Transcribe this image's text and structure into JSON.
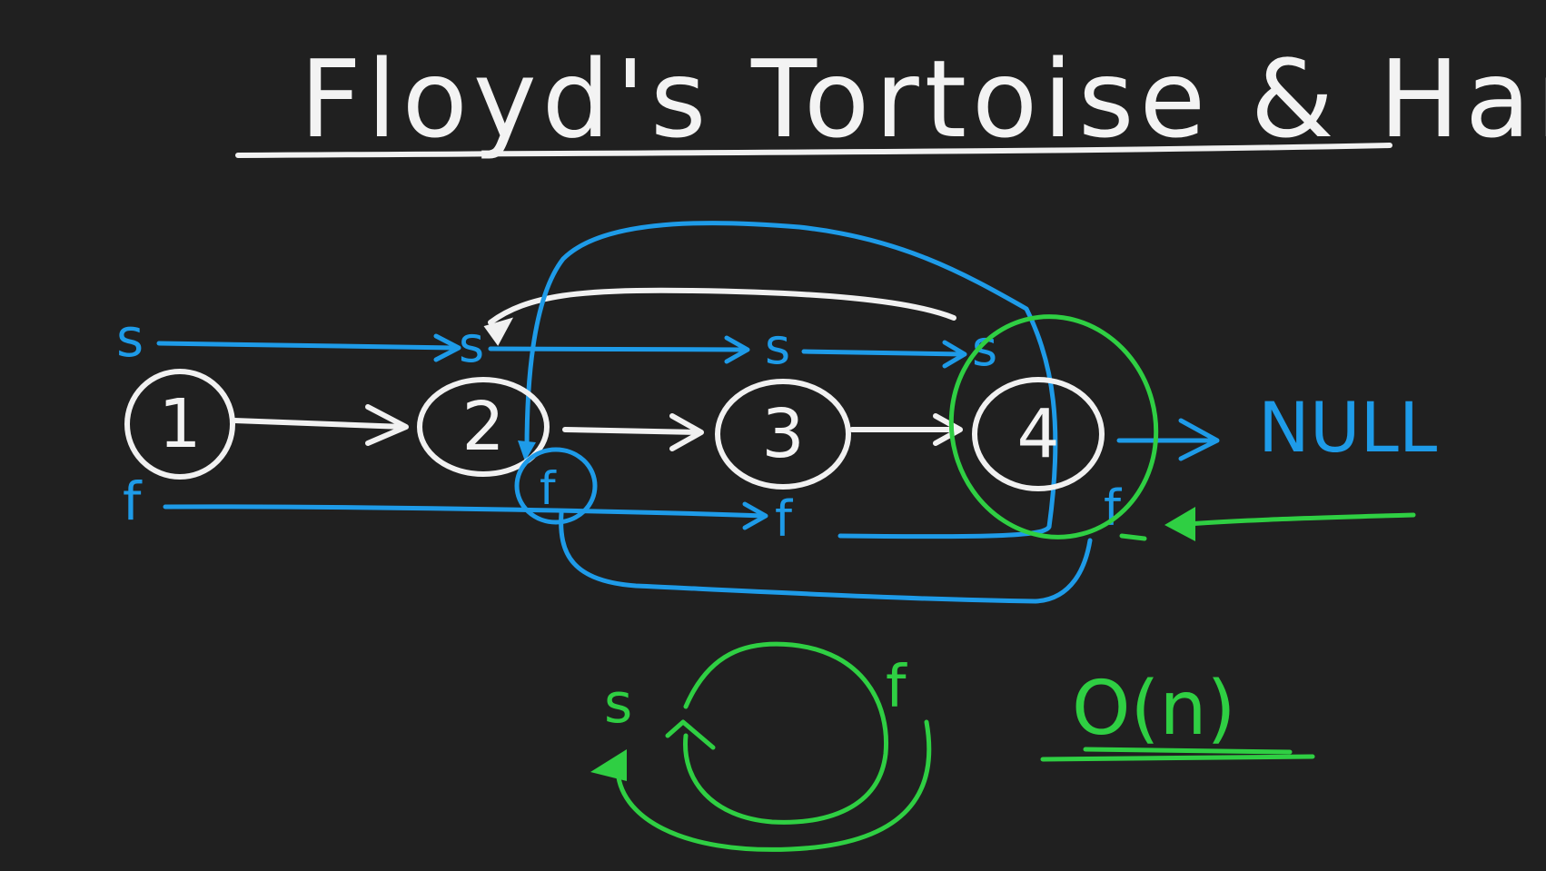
{
  "title": "Floyd's Tortoise & Hare",
  "nodes": [
    {
      "label": "1"
    },
    {
      "label": "2"
    },
    {
      "label": "3"
    },
    {
      "label": "4"
    }
  ],
  "null_label": "NULL",
  "pointer_slow": "s",
  "pointer_fast": "f",
  "complexity": "O(n)",
  "colors": {
    "background": "#202020",
    "ink_white": "#f1f1f1",
    "ink_blue": "#1e9be8",
    "ink_green": "#2fcf43"
  }
}
